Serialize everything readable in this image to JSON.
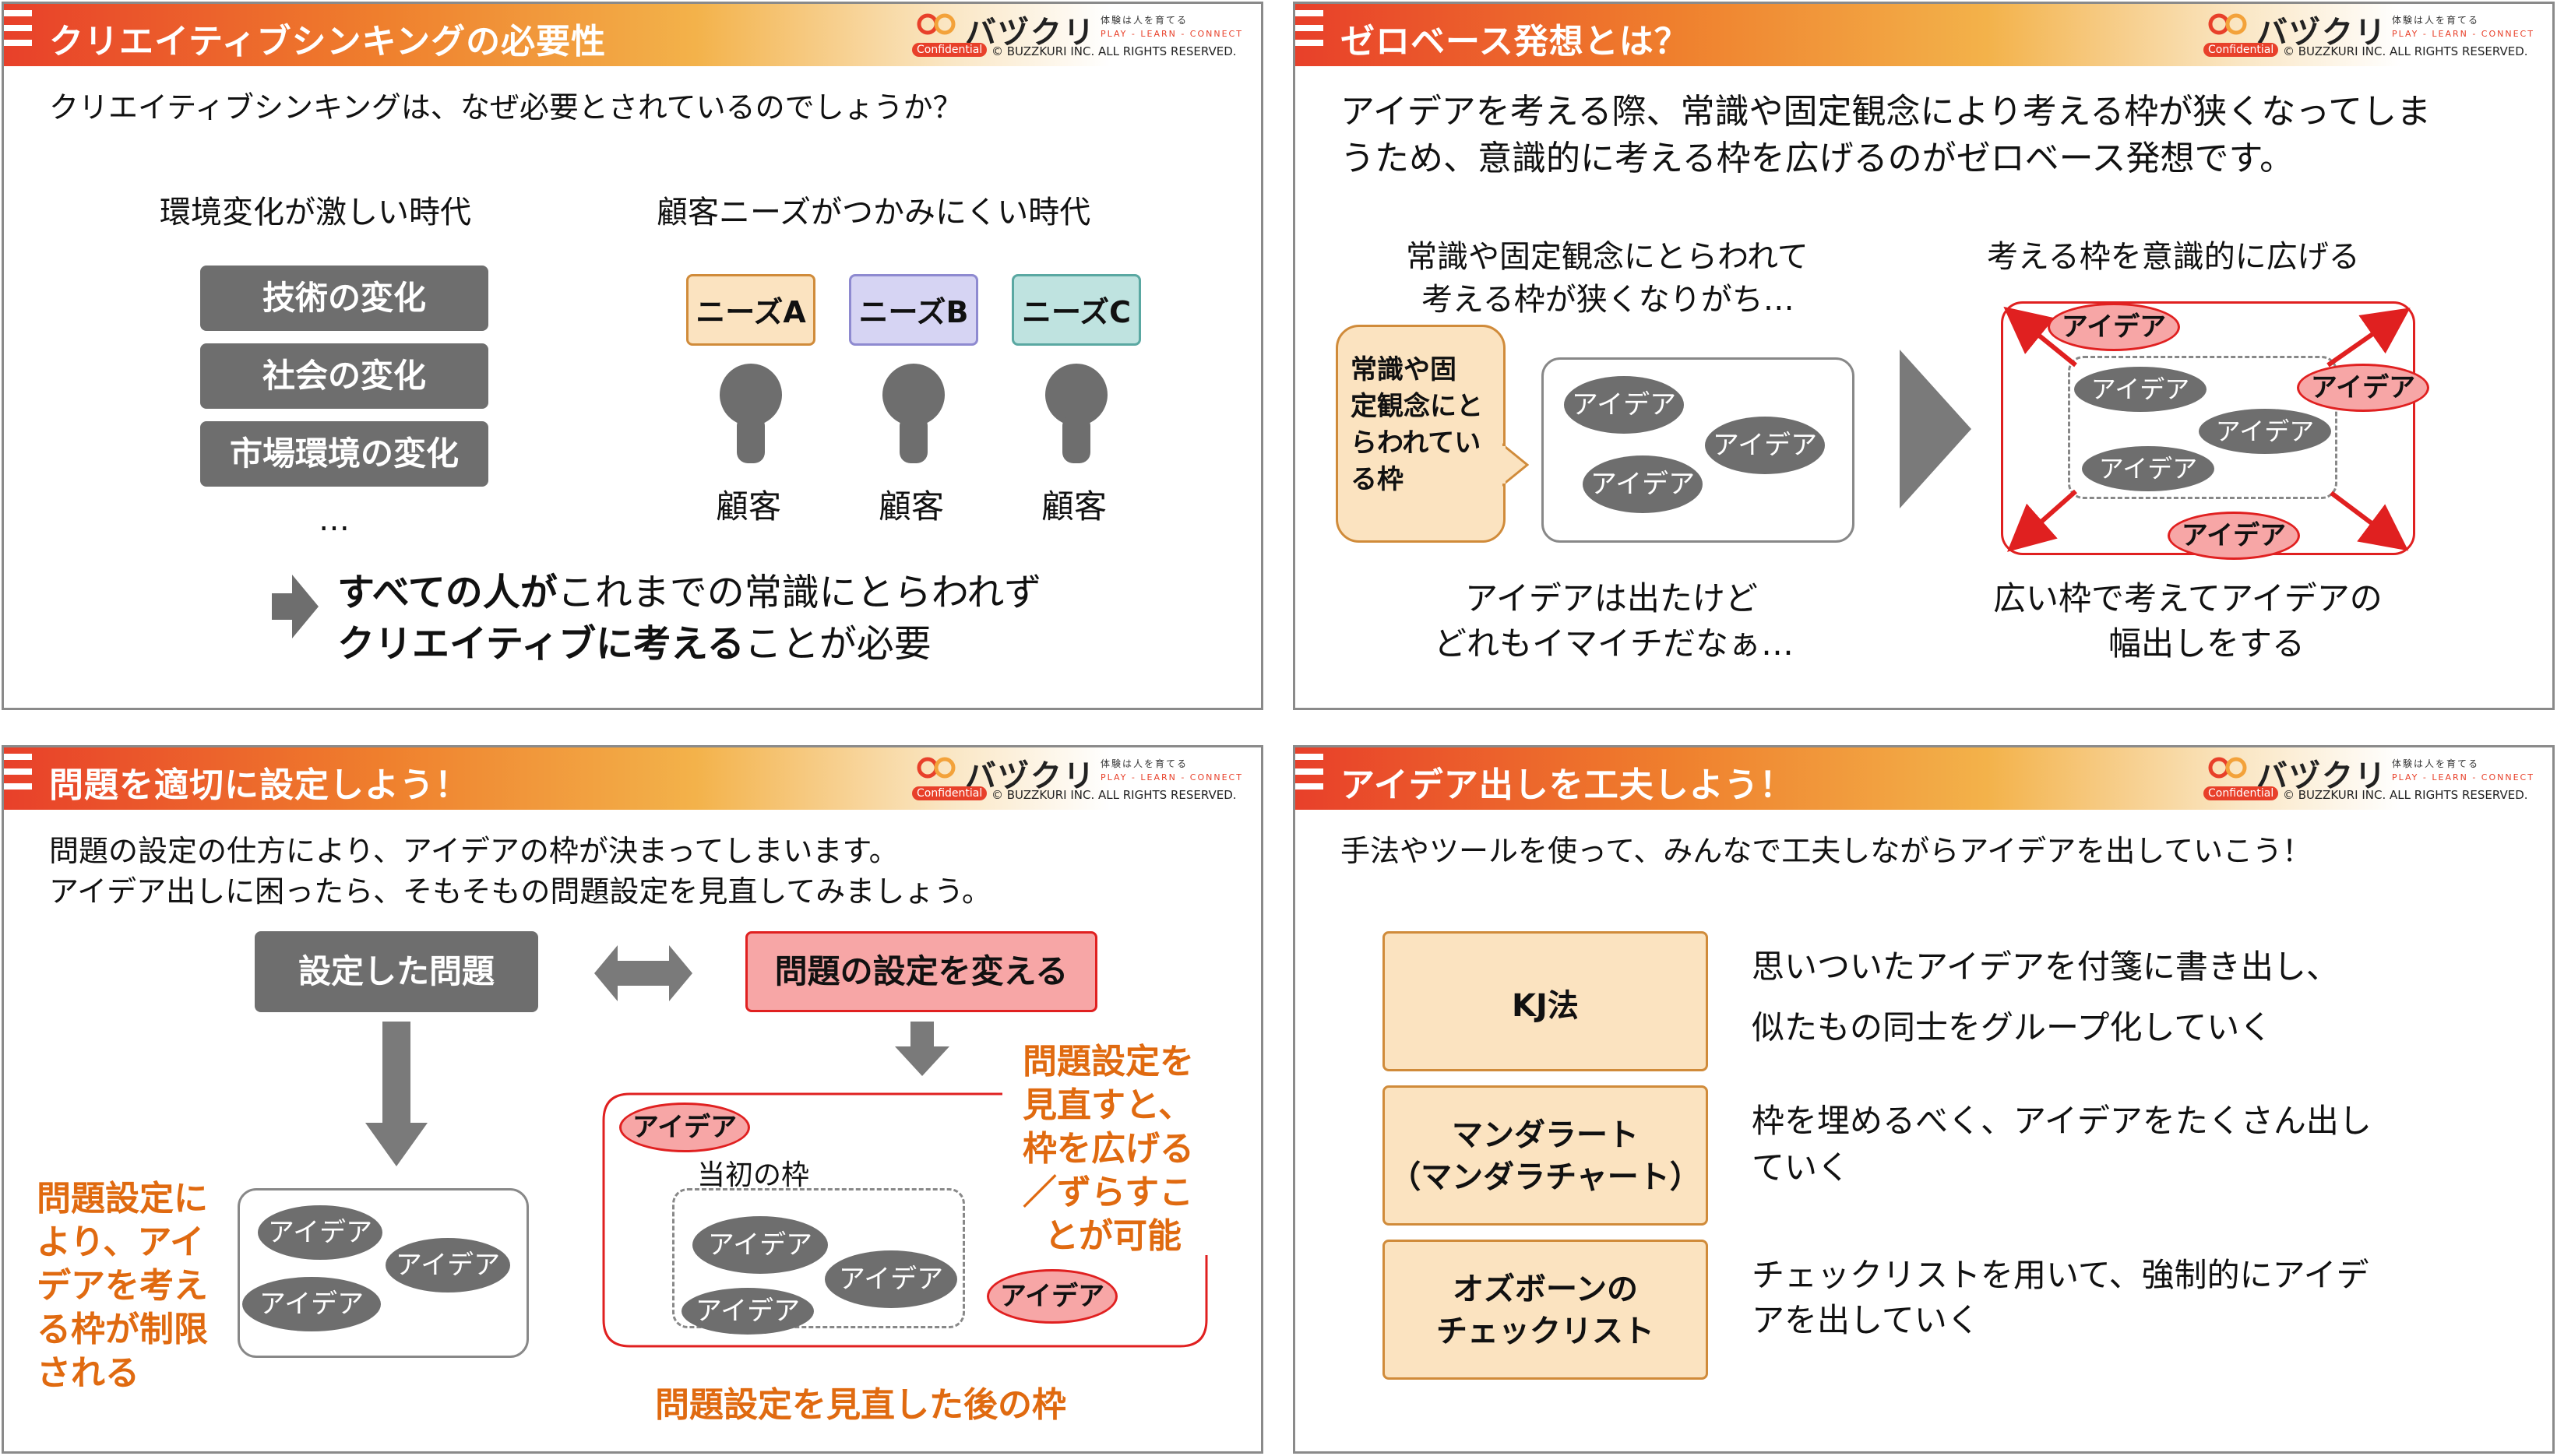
{
  "header": {
    "logo_name": "バヅクリ",
    "tag_top": "体験は人を育てる",
    "tag_bottom": "PLAY - LEARN - CONNECT",
    "confidential": "Confidential",
    "copyright": "© BUZZKURI INC. ALL RIGHTS RESERVED."
  },
  "slide1": {
    "title": "クリエイティブシンキングの必要性",
    "question": "クリエイティブシンキングは、なぜ必要とされているのでしょうか？",
    "left_heading": "環境変化が激しい時代",
    "changes": [
      "技術の変化",
      "社会の変化",
      "市場環境の変化"
    ],
    "ellipsis": "…",
    "right_heading": "顧客ニーズがつかみにくい時代",
    "needs": [
      "ニーズA",
      "ニーズB",
      "ニーズC"
    ],
    "customer": "顧客",
    "conclusion_bold1": "すべての人が",
    "conclusion_rest1": "これまでの常識にとらわれず",
    "conclusion_bold2": "クリエイティブに考える",
    "conclusion_rest2": "ことが必要"
  },
  "slide2": {
    "title": "ゼロベース発想とは？",
    "lead_line1": "アイデアを考える際、常識や固定観念により考える枠が狭くなってしま",
    "lead_line2": "うため、意識的に考える枠を広げるのがゼロベース発想です。",
    "left_caption1": "常識や固定観念にとらわれて",
    "left_caption2": "考える枠が狭くなりがち…",
    "bubble_lines": [
      "常識や固",
      "定観念にと",
      "らわれてい",
      "る枠"
    ],
    "idea": "アイデア",
    "left_bottom1": "アイデアは出たけど",
    "left_bottom2": "どれもイマイチだなぁ…",
    "right_caption": "考える枠を意識的に広げる",
    "right_bottom1": "広い枠で考えてアイデアの",
    "right_bottom2": "幅出しをする"
  },
  "slide3": {
    "title": "問題を適切に設定しよう！",
    "lead_line1": "問題の設定の仕方により、アイデアの枠が決まってしまいます。",
    "lead_line2": "アイデア出しに困ったら、そもそもの問題設定を見直してみましょう。",
    "set_problem": "設定した問題",
    "change_problem": "問題の設定を変える",
    "left_note": [
      "問題設定に",
      "より、アイ",
      "デアを考え",
      "る枠が制限",
      "される"
    ],
    "right_note": [
      "問題設定を",
      "見直すと、",
      "枠を広げる",
      "／ずらすこ",
      "とが可能"
    ],
    "initial_frame": "当初の枠",
    "idea": "アイデア",
    "bottom_caption": "問題設定を見直した後の枠"
  },
  "slide4": {
    "title": "アイデア出しを工夫しよう！",
    "lead": "手法やツールを使って、みんなで工夫しながらアイデアを出していこう！",
    "methods": [
      {
        "name_line1": "KJ法",
        "name_line2": "",
        "desc_line1": "思いついたアイデアを付箋に書き出し、",
        "desc_line2": "似たもの同士をグループ化していく"
      },
      {
        "name_line1": "マンダラート",
        "name_line2": "（マンダラチャート）",
        "desc_line1": "枠を埋めるべく、アイデアをたくさん出し",
        "desc_line2": "ていく"
      },
      {
        "name_line1": "オズボーンの",
        "name_line2": "チェックリスト",
        "desc_line1": "チェックリストを用いて、強制的にアイデ",
        "desc_line2": "アを出していく"
      }
    ]
  },
  "colors": {
    "accent": "#e8402a",
    "gray_box": "#6e6e6e",
    "orange_text": "#e06a10",
    "pink": "#f7a6a6"
  }
}
